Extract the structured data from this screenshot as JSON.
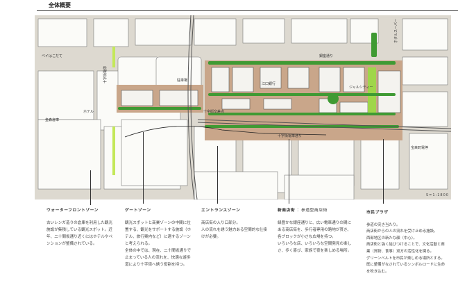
{
  "header": {
    "title": "全体概要"
  },
  "map": {
    "labels": {
      "bay": "ベイはこだて",
      "hotel": "ホテル",
      "warehouse": "金森倉庫",
      "parking": "駐車場",
      "ginza": "銀座通り",
      "bank": "江口銀行",
      "jal": "ジャルシティー",
      "intersection": "十字街交差点",
      "tram_street": "十字街電車通り",
      "horaicho": "宝来町電停",
      "jujigai_stop": "十字街電停",
      "super": "ホタルスーパー"
    },
    "scale": "S=1:1800"
  },
  "zones": [
    {
      "title": "ウォーターフロントゾーン",
      "body": "古いレンガ造りの倉庫を利用した観光施設が集積している観光スポット。近年、二十間坂通り近くにはホテルやペンションが整備されている。"
    },
    {
      "title": "ゲートゾーン",
      "body": "観光スポットと商業ゾーンの中間に位置する、観光をサポートする施設（ホテル、旅行案内など）に適するゾーンと考えられる。\n全体の中では、現在、二十間坂通りで止まっている人の流れを、快適な遊歩道により十字街へ誘う役割を持つ。"
    },
    {
      "title": "エントランスゾーン",
      "body": "商店街の入り口部分。\n人の流れを誘う魅力ある空間的な仕掛けが必要。"
    },
    {
      "title": "新商店街",
      "subtitle": "：参道型商店街",
      "body": "緑豊かな銀座通りと、広い電車通りの間にある商店街を、歩行者専用の路地が貫き、各ブロックが小さな広場を持つ。\nいろいろな店、いろいろな空間発見の楽しさ、歩く喜び、家族で夜を楽しめる場所。"
    },
    {
      "title": "市民プラザ",
      "body": "参道の突き当たり。\n商店街からの人の流れを受け止める施設。\n西部地区の新たな顔（中心）。\n商店街と強く結びつけることで、文化活動と商業（買物、食事）双方の活性化を図る。\nグリーンベルトを市民が楽しめる場所とする。　既に整備がなされているシンボルロードに生命を吹き込む。"
    }
  ]
}
